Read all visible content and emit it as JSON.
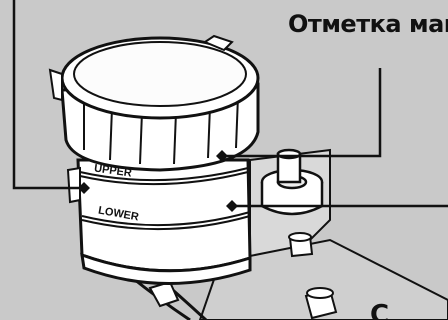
{
  "callout": {
    "text": "Отметка мак",
    "bottom_fragment": "С"
  },
  "reservoir": {
    "upper_label": "UPPER",
    "lower_label": "LOWER"
  },
  "colors": {
    "background": "#c9c9c9",
    "body_fill": "#ffffff",
    "outline": "#111111"
  }
}
